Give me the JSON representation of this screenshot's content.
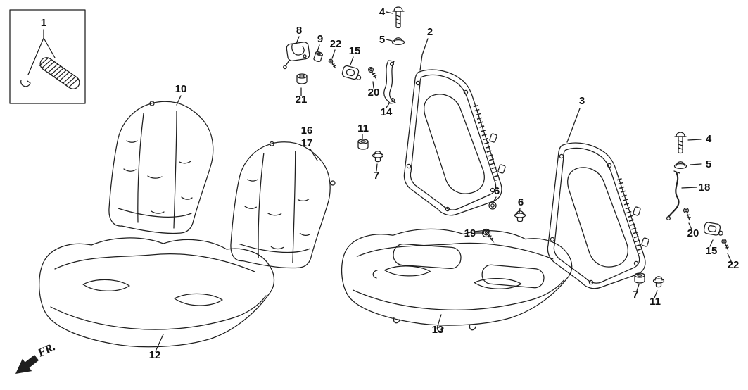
{
  "diagram": {
    "background": "#ffffff",
    "line_color": "#1f1f1f",
    "label_color": "#111111"
  },
  "fr": {
    "text": "FR."
  },
  "labels": {
    "l1": {
      "text": "1"
    },
    "l2": {
      "text": "2"
    },
    "l3": {
      "text": "3"
    },
    "l4a": {
      "text": "4"
    },
    "l4b": {
      "text": "4"
    },
    "l5a": {
      "text": "5"
    },
    "l5b": {
      "text": "5"
    },
    "l6a": {
      "text": "6"
    },
    "l6b": {
      "text": "6"
    },
    "l7a": {
      "text": "7"
    },
    "l7b": {
      "text": "7"
    },
    "l8": {
      "text": "8"
    },
    "l9": {
      "text": "9"
    },
    "l10": {
      "text": "10"
    },
    "l11a": {
      "text": "11"
    },
    "l11b": {
      "text": "11"
    },
    "l12": {
      "text": "12"
    },
    "l13": {
      "text": "13"
    },
    "l14": {
      "text": "14"
    },
    "l15a": {
      "text": "15"
    },
    "l15b": {
      "text": "15"
    },
    "l16": {
      "text": "16"
    },
    "l17": {
      "text": "17"
    },
    "l18": {
      "text": "18"
    },
    "l19": {
      "text": "19"
    },
    "l20a": {
      "text": "20"
    },
    "l20b": {
      "text": "20"
    },
    "l21": {
      "text": "21"
    },
    "l22a": {
      "text": "22"
    },
    "l22b": {
      "text": "22"
    }
  }
}
